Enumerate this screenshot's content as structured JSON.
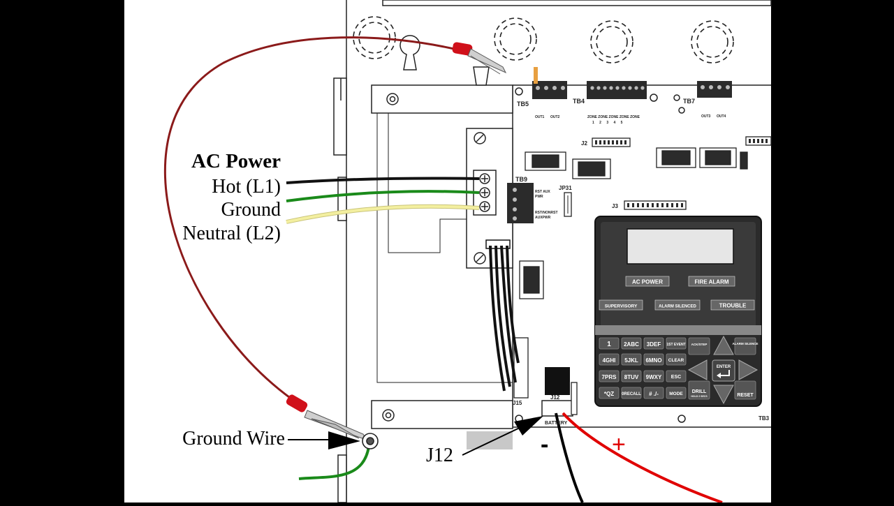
{
  "labels": {
    "ac_power": "AC Power",
    "hot": "Hot (L1)",
    "ground": "Ground",
    "neutral": "Neutral (L2)",
    "ground_wire": "Ground Wire",
    "j12_callout": "J12",
    "minus": "-",
    "plus": "+"
  },
  "board": {
    "tb5": "TB5",
    "tb4": "TB4",
    "tb7": "TB7",
    "tb9": "TB9",
    "tb3": "TB3",
    "j2": "J2",
    "j3": "J3",
    "jp31": "JP31",
    "j15": "J15",
    "j12": "J12",
    "battery": "BATTERY",
    "out1": "OUT1",
    "out2": "OUT2",
    "out3": "OUT3",
    "out4": "OUT4",
    "zones_text": "ZONE ZONE ZONE ZONE ZONE",
    "zones_nums": "1 2 3 4 5",
    "rst_aux": "RST AUX",
    "pwr": "PWR",
    "rstnonrst": "RST/NONRST",
    "auxpwr": "AUXPWR"
  },
  "keypad": {
    "leds": [
      "AC POWER",
      "FIRE ALARM",
      "SUPERVISORY",
      "ALARM SILENCED",
      "TROUBLE"
    ],
    "keys": [
      [
        "1",
        "2ABC",
        "3DEF",
        "1ST EVENT"
      ],
      [
        "4GHI",
        "5JKL",
        "6MNO",
        "CLEAR"
      ],
      [
        "7PRS",
        "8TUV",
        "9WXY",
        "ESC"
      ],
      [
        "*QZ",
        "0RECALL",
        "# ./-",
        "MODE"
      ]
    ],
    "side": {
      "ack": "ACK/STEP",
      "silence": "ALARM SILENCE",
      "enter": "ENTER",
      "drill": "DRILL",
      "drill_sub": "HOLD 2 SECS",
      "reset": "RESET"
    }
  },
  "colors": {
    "hot": "#111111",
    "ground": "#1a8a1a",
    "neutral": "#f3efa0",
    "jumper": "#8b1a1a",
    "clip": "#d0101a",
    "battery_pos": "#e00000",
    "battery_neg": "#000000",
    "keypad": "#2b2b2b"
  }
}
